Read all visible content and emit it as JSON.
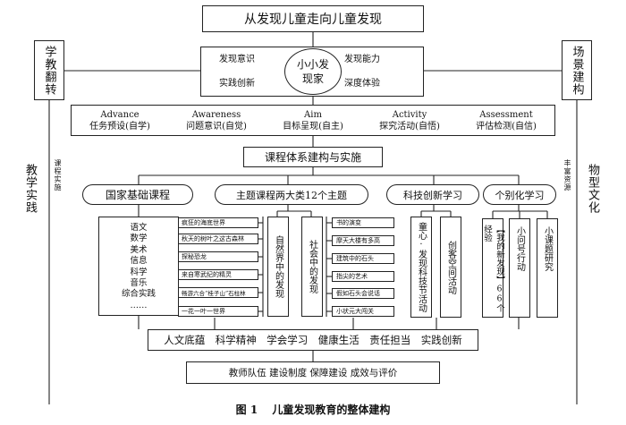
{
  "title": "从发现儿童走向儿童发现",
  "core": {
    "center": "小小发现家",
    "top_left": "发现意识",
    "bottom_left": "实践创新",
    "top_right": "发现能力",
    "bottom_right": "深度体验"
  },
  "left_side": {
    "top": "学教翻转",
    "mid": "教学实践",
    "sub": "课程实施"
  },
  "right_side": {
    "top": "场景建构",
    "mid": "物型文化",
    "sub": "丰富资源"
  },
  "aaaaa": [
    {
      "en": "Advance",
      "zh": "任务预设(自学)"
    },
    {
      "en": "Awareness",
      "zh": "问题意识(自觉)"
    },
    {
      "en": "Aim",
      "zh": "目标呈现(自主)"
    },
    {
      "en": "Activity",
      "zh": "探究活动(自悟)"
    },
    {
      "en": "Assessment",
      "zh": "评估检测(自信)"
    }
  ],
  "system": "课程体系建构与实施",
  "categories": {
    "national": "国家基础课程",
    "theme": "主题课程两大类12个主题",
    "tech": "科技创新学习",
    "personal": "个别化学习"
  },
  "national_subjects": [
    "语文",
    "数学",
    "美术",
    "信息",
    "科学",
    "音乐",
    "综合实践",
    "……"
  ],
  "nature_group": "自然界中的发现",
  "society_group": "社会中的发现",
  "nature_themes": [
    "疯狂的海底世界",
    "秋天的树叶之这古森林",
    "探秘恐龙",
    "来自寒武纪的精灵",
    "畅游六合“桂子山”石柱林",
    "一花一叶一世界"
  ],
  "society_themes": [
    "书的演变",
    "摩天大楼有多高",
    "建筑中的石头",
    "指尖的艺术",
    "假如石头会说话",
    "小状元大闯关"
  ],
  "tech_items": [
    "童心·发现科技节活动",
    "创客空间活动"
  ],
  "personal_items": [
    "【我的新发现】66个经验",
    "小问号行动",
    "小课题研究"
  ],
  "literacy": "人文底蕴　科学精神　学会学习　健康生活　责任担当　实践创新",
  "support": "教师队伍 建设制度 保障建设 成效与评价",
  "caption": "图 1　 儿童发现教育的整体建构"
}
